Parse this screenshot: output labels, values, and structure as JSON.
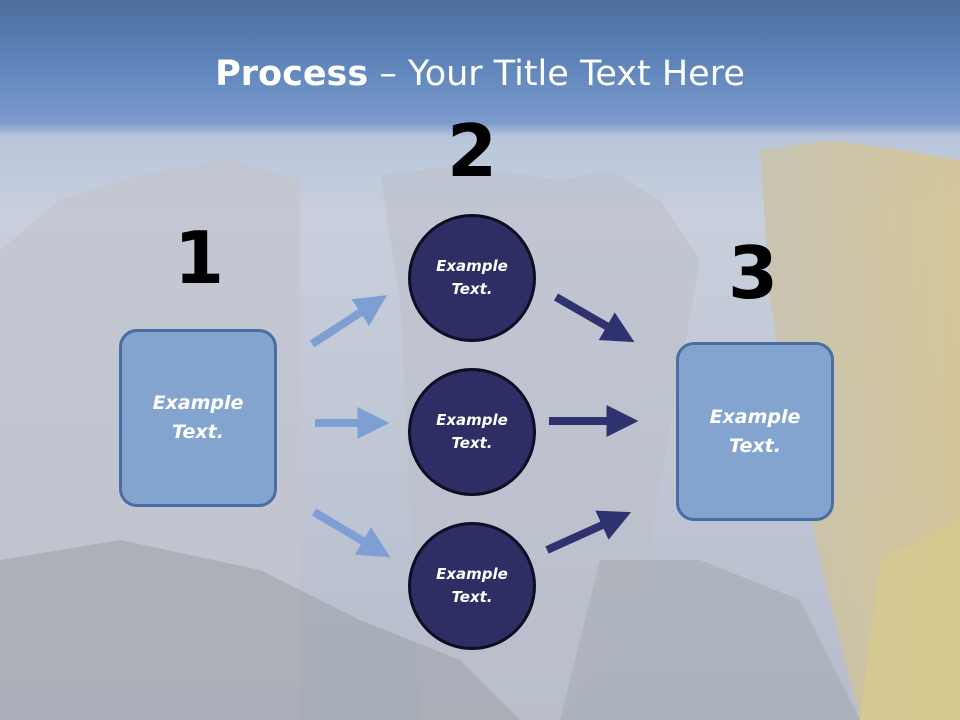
{
  "title": {
    "bold": "Process",
    "rest": " – Your Title Text Here"
  },
  "steps": [
    {
      "number": "1",
      "text": "Example\nText."
    },
    {
      "number": "2",
      "items": [
        "Example\nText.",
        "Example\nText.",
        "Example\nText."
      ]
    },
    {
      "number": "3",
      "text": "Example\nText."
    }
  ],
  "colors": {
    "box_fill": "#84a4d0",
    "circle_fill": "#2c2e64",
    "light_arrow": "#7e9fd3",
    "dark_arrow": "#2e3370",
    "header_band": "#6f93c8"
  }
}
